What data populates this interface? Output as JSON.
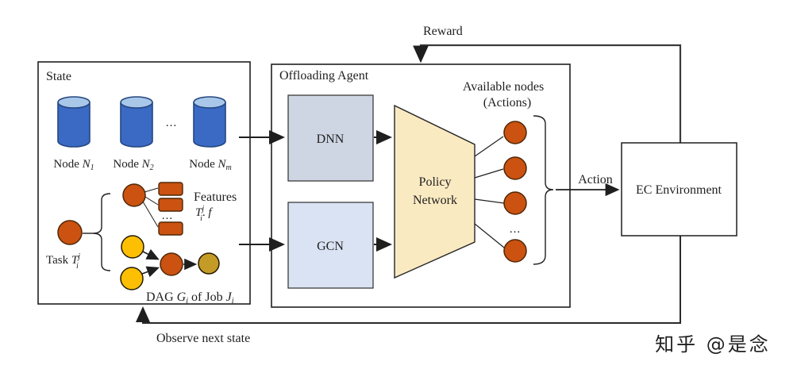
{
  "watermark": "知乎 @是念",
  "colors": {
    "ink": "#1f1f1f",
    "loop_line": "#3a3a3a",
    "cylinder_body": "#3a6ac4",
    "cylinder_top": "#a9c7e9",
    "cylinder_stroke": "#24477f",
    "orange_fill": "#cb5210",
    "orange_stroke": "#4f2708",
    "yellow_fill": "#fcbf04",
    "yellow_stroke": "#231a02",
    "olive_fill": "#c39b26",
    "olive_stroke": "#231a02",
    "dnn_fill": "#ced5e3",
    "gcn_fill": "#dae3f3",
    "nn_stroke": "#3c3c3c",
    "policy_fill": "#faeac2",
    "policy_stroke": "#262626",
    "box_stroke": "#1f1f1f",
    "watermark_color": "#c9c9c9"
  },
  "labels": {
    "state": "State",
    "offloading_agent": "Offloading Agent",
    "reward": "Reward",
    "action": "Action",
    "observe_next_state": "Observe next state",
    "ec_environment": "EC Environment",
    "dnn": "DNN",
    "gcn": "GCN",
    "policy_line1": "Policy",
    "policy_line2": "Network",
    "available_nodes_line1": "Available nodes",
    "available_nodes_line2": "(Actions)",
    "features": "Features",
    "ellipsis": "..."
  },
  "nodes": [
    {
      "prefix": "Node ",
      "base": "N",
      "sub": "1"
    },
    {
      "prefix": "Node ",
      "base": "N",
      "sub": "2"
    },
    {
      "prefix": "Node ",
      "base": "N",
      "sub": "m"
    }
  ],
  "task_label": {
    "prefix": "Task ",
    "base": "T",
    "sup": "j",
    "sub": "i"
  },
  "features_formula": {
    "base": "T",
    "sup": "j",
    "sub": "i",
    "mid": ". ",
    "tail": "f"
  },
  "dag_label": {
    "p1": "DAG ",
    "base1": "G",
    "sub1": "i",
    "p2": " of Job ",
    "base2": "J",
    "sub2": "i"
  }
}
